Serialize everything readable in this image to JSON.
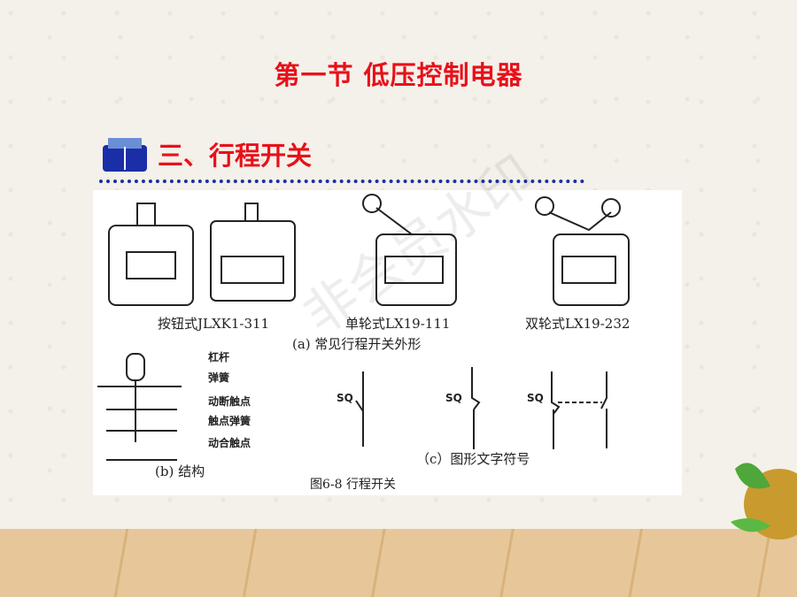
{
  "slide": {
    "title": "第一节  低压控制电器",
    "section": "三、行程开关"
  },
  "figure": {
    "types": [
      "按钮式JLXK1-311",
      "单轮式LX19-111",
      "双轮式LX19-232"
    ],
    "caption_a": "(a)    常见行程开关外形",
    "parts": [
      "杠杆",
      "弹簧",
      "动断触点",
      "触点弹簧",
      "动合触点"
    ],
    "caption_b": "(b)    结构",
    "symbol": "SQ",
    "caption_c": "（c）图形文字符号",
    "figure_caption": "图6-8    行程开关"
  },
  "watermark": "非会员水印"
}
